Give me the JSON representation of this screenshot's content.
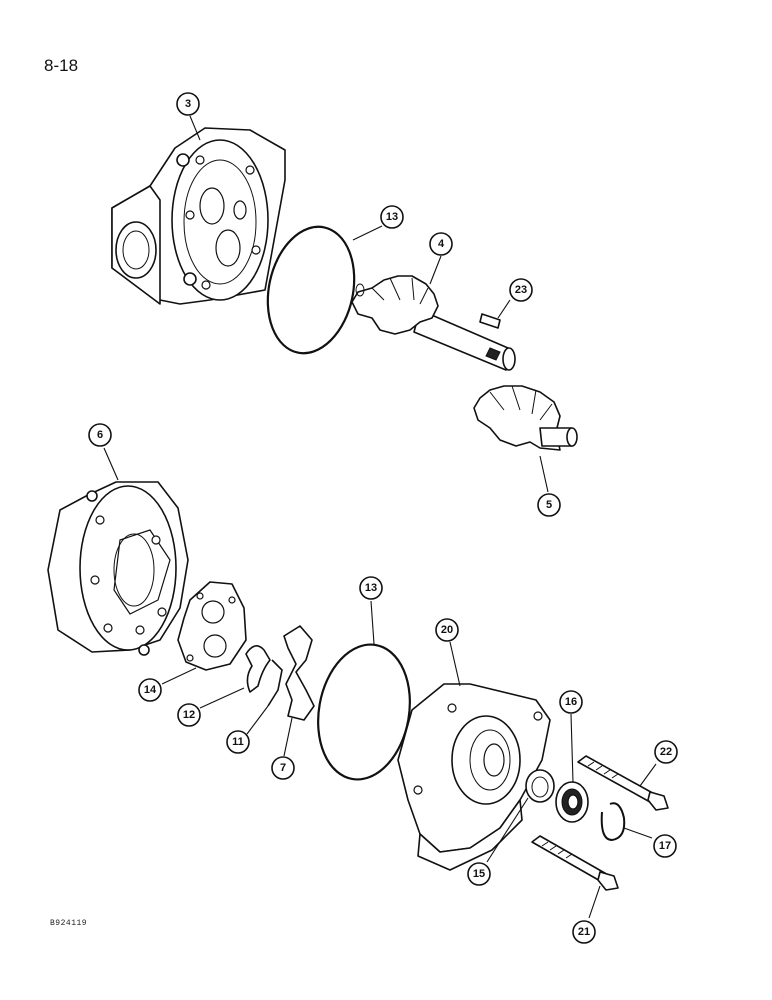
{
  "page_number": "8-18",
  "figure_code": "B924119",
  "callouts": [
    {
      "id": "3",
      "label": "3"
    },
    {
      "id": "13a",
      "label": "13"
    },
    {
      "id": "4",
      "label": "4"
    },
    {
      "id": "23",
      "label": "23"
    },
    {
      "id": "5",
      "label": "5"
    },
    {
      "id": "6",
      "label": "6"
    },
    {
      "id": "13b",
      "label": "13"
    },
    {
      "id": "20",
      "label": "20"
    },
    {
      "id": "14",
      "label": "14"
    },
    {
      "id": "12",
      "label": "12"
    },
    {
      "id": "11",
      "label": "11"
    },
    {
      "id": "7",
      "label": "7"
    },
    {
      "id": "16",
      "label": "16"
    },
    {
      "id": "22",
      "label": "22"
    },
    {
      "id": "15",
      "label": "15"
    },
    {
      "id": "17",
      "label": "17"
    },
    {
      "id": "21",
      "label": "21"
    }
  ]
}
